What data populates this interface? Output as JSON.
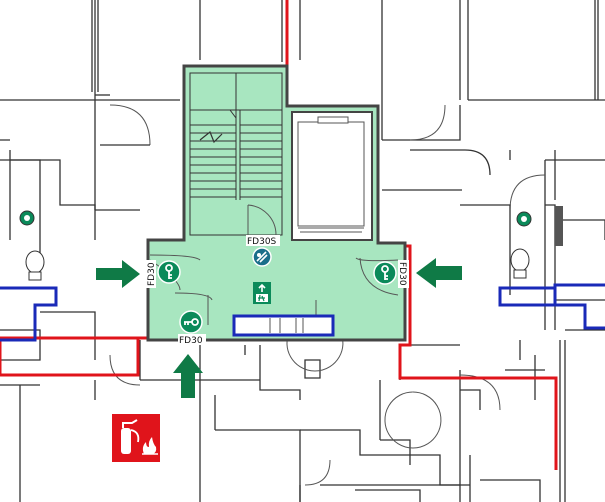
{
  "colors": {
    "fire_wall": "#e0141b",
    "protected_zone": "#a8e6c0",
    "zone_border": "#444444",
    "arrow": "#0f7a46",
    "safety_sign": "#0b8a5a",
    "extinguisher_sign": "#e0141b",
    "blue_outline": "#1a2ab8",
    "wall": "#333333",
    "background": "#ffffff"
  },
  "door_labels": {
    "top": "FD30S",
    "left": "FD30",
    "right": "FD30",
    "bottom": "FD30"
  },
  "icons": {
    "access_left": "key-icon",
    "access_right": "key-icon",
    "access_bottom": "key-icon",
    "center": "fire-alarm-icon",
    "exit": "emergency-exit-icon",
    "extinguisher": "fire-extinguisher-icon",
    "toilets": "toilet-icon"
  },
  "arrows": [
    "entry-arrow-left",
    "entry-arrow-right",
    "entry-arrow-bottom"
  ]
}
